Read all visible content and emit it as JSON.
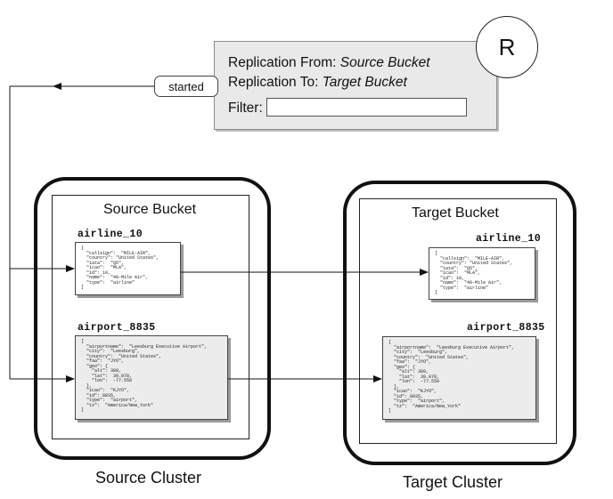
{
  "replication": {
    "from_label": "Replication From: ",
    "from_value": "Source Bucket",
    "to_label": "Replication To: ",
    "to_value": "Target Bucket",
    "filter_label": "Filter:",
    "filter_value": "",
    "badge": "R"
  },
  "status_tag": "started",
  "source": {
    "cluster_label": "Source Cluster",
    "bucket_title": "Source Bucket",
    "doc1_key": "airline_10",
    "doc1_body": "[\n  \"callsign\":  \"MILE-AIR\",\n  \"country\": \"United States\",\n  \"iata\":  \"Q5\",\n  \"icao\":  \"MLA\",\n  \"id\": 10,\n  \"name\":  \"40-Mile Air\",\n  \"type\":  \"airline\"\n]",
    "doc2_key": "airport_8835",
    "doc2_body": "[\n  \"airportname\":  \"Leesburg Executive Airport\",\n  \"city\":  \"Leesburg\",\n  \"country\":  \"United States\",\n  \"faa\":  \"JYO\",\n  \"geo\": {\n    \"alt\": 389,\n    \"lat\":  39.078,\n    \"lon\":  -77.558\n  },\n  \"icao\":  \"KJYO\",\n  \"id\": 8835,\n  \"type\":  \"airport\",\n  \"tz\":  \"America/New_York\"\n]"
  },
  "target": {
    "cluster_label": "Target Cluster",
    "bucket_title": "Target Bucket",
    "doc1_key": "airline_10",
    "doc1_body": "[\n  \"callsign\":  \"MILE-AIR\",\n  \"country\": \"United States\",\n  \"iata\":  \"Q5\",\n  \"icao\":  \"MLA\",\n  \"id\": 10,\n  \"name\":  \"40-Mile Air\",\n  \"type\":  \"airline\"\n]",
    "doc2_key": "airport_8835",
    "doc2_body": "[\n  \"airportname\":  \"Leesburg Executive Airport\",\n  \"city\":  \"Leesburg\",\n  \"country\":  \"United States\",\n  \"faa\":  \"JYO\",\n  \"geo\": {\n    \"alt\": 389,\n    \"lat\":  39.078,\n    \"lon\":  -77.558\n  },\n  \"icao\":  \"KJYO\",\n  \"id\": 8835,\n  \"type\":  \"airport\",\n  \"tz\":  \"America/New_York\"\n]"
  }
}
